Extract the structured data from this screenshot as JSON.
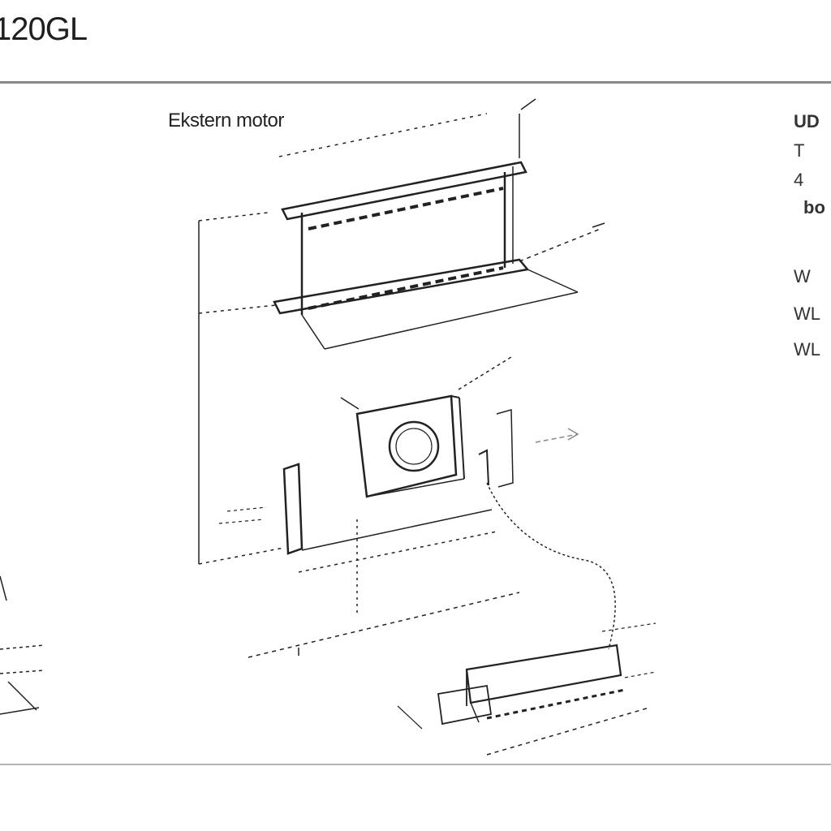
{
  "header": {
    "model": "120GL"
  },
  "diagram": {
    "caption": "Ekstern motor"
  },
  "side_panel": {
    "lines": [
      "UD",
      "T",
      "4",
      "bo",
      "W",
      "WL",
      "WL"
    ]
  },
  "icons": {
    "fan": "fan-icon",
    "airflow": "airflow-arrow-icon"
  }
}
